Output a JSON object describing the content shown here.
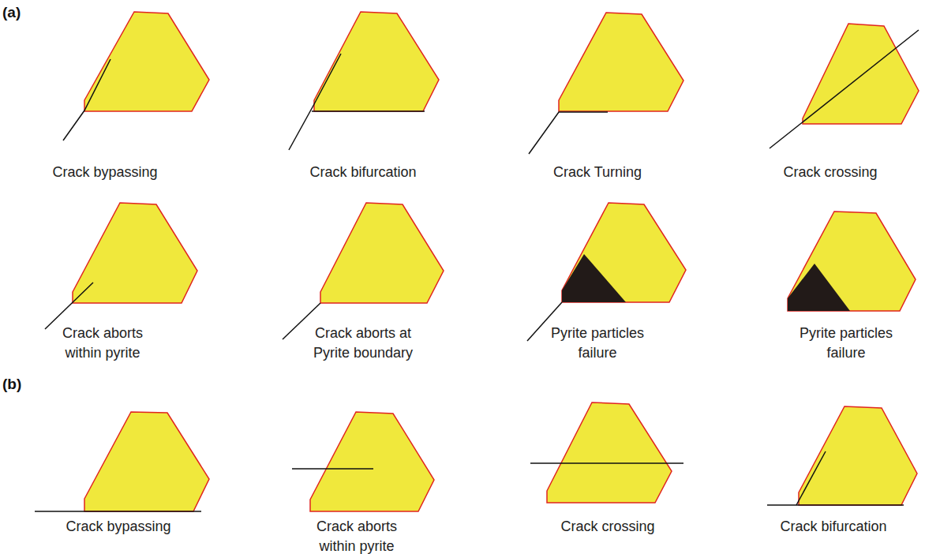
{
  "diagram": {
    "labels": [
      "(a)",
      "Crack bypassing",
      "Crack bifurcation",
      "Crack Turning",
      "Crack crossing",
      "Crack aborts within pyrite",
      "Crack aborts at Pyrite boundary",
      "Pyrite particles failure",
      "Pyrite particles failure",
      "(b)",
      "Crack bypassing",
      "Crack aborts within pyrite",
      "Crack crossing",
      "Crack bifurcation"
    ]
  }
}
